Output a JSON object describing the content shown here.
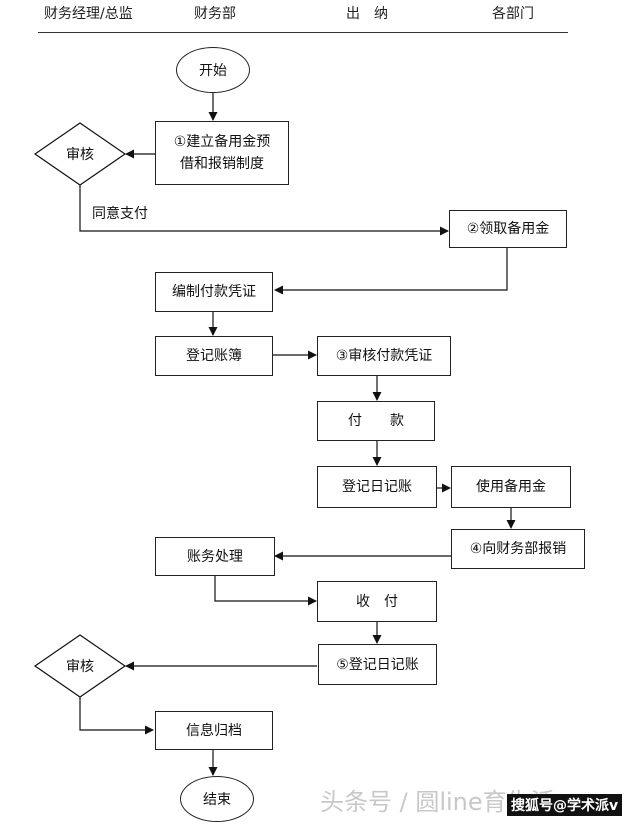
{
  "header": {
    "lanes": [
      "财务经理/总监",
      "财务部",
      "出　纳",
      "各部门"
    ]
  },
  "nodes": {
    "start": "开始",
    "review1": "审核",
    "policy_line1": "①建立备用金预",
    "policy_line2": "借和报销制度",
    "receive": "②领取备用金",
    "compile": "编制付款凭证",
    "ledger": "登记账簿",
    "audit_voucher": "③审核付款凭证",
    "pay": "付　　款",
    "journal1": "登记日记账",
    "use": "使用备用金",
    "reimburse": "④向财务部报销",
    "accounting": "账务处理",
    "collect": "收　付",
    "journal2": "⑤登记日记账",
    "review2": "审核",
    "archive": "信息归档",
    "end": "结束"
  },
  "edges": {
    "approve_label": "同意支付"
  },
  "watermark": {
    "toutiao": "头条号 / 圆line育生活",
    "sohu": "搜狐号@学术派v"
  }
}
